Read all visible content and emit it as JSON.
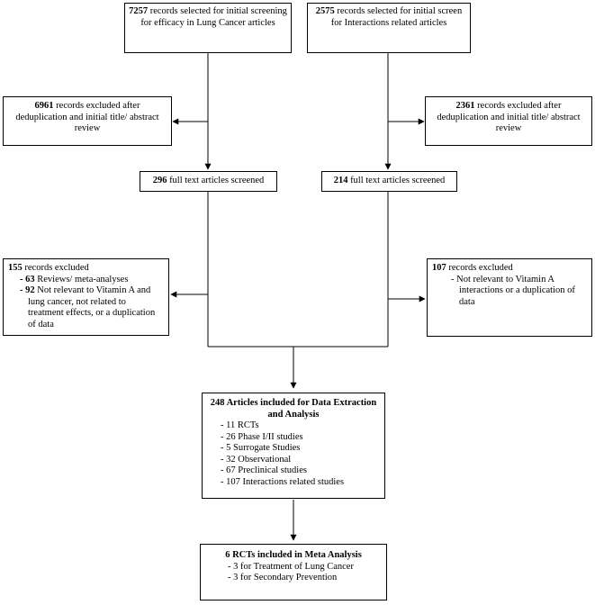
{
  "left": {
    "initial": {
      "count": "7257",
      "text": " records selected for initial screening for efficacy in Lung Cancer articles"
    },
    "excluded1": {
      "count": "6961",
      "text": " records excluded after deduplication and initial title/ abstract review"
    },
    "fulltext": {
      "count": "296",
      "text": " full text articles screened"
    },
    "excluded2": {
      "count": "155",
      "text": " records excluded",
      "items": [
        {
          "count": "63",
          "text": " Reviews/ meta-analyses"
        },
        {
          "count": "92",
          "text": " Not relevant to Vitamin A and lung cancer, not related to treatment effects, or a duplication of data"
        }
      ]
    }
  },
  "right": {
    "initial": {
      "count": "2575",
      "text": " records selected for initial screen for Interactions related articles"
    },
    "excluded1": {
      "count": "2361",
      "text": " records excluded after deduplication and initial title/ abstract review"
    },
    "fulltext": {
      "count": "214",
      "text": " full text articles screened"
    },
    "excluded2": {
      "count": "107",
      "text": " records excluded",
      "items": [
        {
          "text": "Not relevant to Vitamin A interactions or a duplication of data"
        }
      ]
    }
  },
  "included": {
    "title": "248 Articles included for Data Extraction and Analysis",
    "items": [
      "11 RCTs",
      "26 Phase I/II studies",
      "5  Surrogate Studies",
      "32 Observational",
      "67 Preclinical studies",
      "107 Interactions related studies"
    ]
  },
  "meta": {
    "title": "6 RCTs included in Meta Analysis",
    "items": [
      "3 for Treatment of Lung Cancer",
      "3 for Secondary Prevention"
    ]
  }
}
